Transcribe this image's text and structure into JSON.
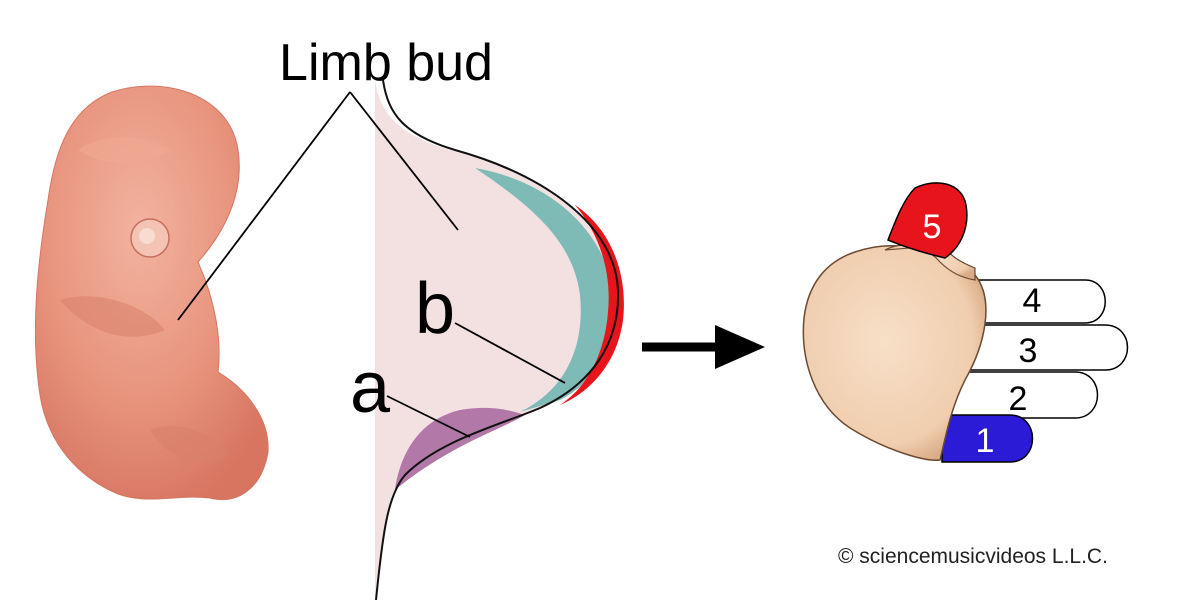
{
  "labels": {
    "limb_bud": "Limb bud",
    "region_a": "a",
    "region_b": "b"
  },
  "digits": [
    {
      "number": "5",
      "color": "#e8141b",
      "text_color": "#ffffff"
    },
    {
      "number": "4",
      "color": "#ffffff",
      "text_color": "#000000"
    },
    {
      "number": "3",
      "color": "#ffffff",
      "text_color": "#000000"
    },
    {
      "number": "2",
      "color": "#ffffff",
      "text_color": "#000000"
    },
    {
      "number": "1",
      "color": "#2b1bd6",
      "text_color": "#ffffff"
    }
  ],
  "colors": {
    "embryo": "#e7937c",
    "limb_bud_body": "#f3e1e2",
    "region_b": "#7ebbb6",
    "ridge": "#e8141b",
    "region_a": "#b278a7",
    "palm": "#f3d3b7"
  },
  "copyright": "© sciencemusicvideos L.L.C."
}
